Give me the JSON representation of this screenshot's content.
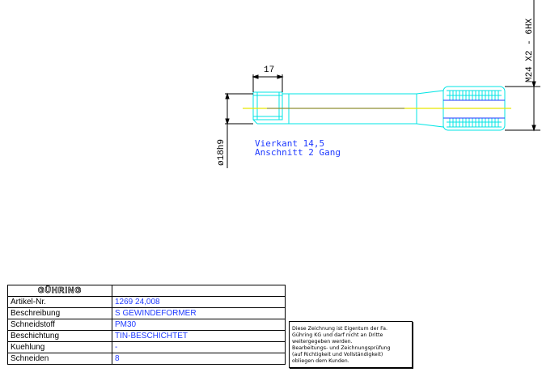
{
  "drawing": {
    "dim_top": "17",
    "dim_left": "ø18h9",
    "dim_right": "M24 X2 - 6HX",
    "note_lines": [
      "Vierkant 14,5",
      "Anschnitt 2 Gang"
    ]
  },
  "title_block": {
    "logo": "GÜHRING",
    "rows": [
      {
        "label": "Artikel-Nr.",
        "value": "1269 24,008"
      },
      {
        "label": "Beschreibung",
        "value": "S GEWINDEFORMER"
      },
      {
        "label": "Schneidstoff",
        "value": "PM30"
      },
      {
        "label": "Beschichtung",
        "value": "TIN-BESCHICHTET"
      },
      {
        "label": "Kuehlung",
        "value": "-"
      },
      {
        "label": "Schneiden",
        "value": "8"
      }
    ],
    "notice_lines": [
      "Diese Zeichnung ist Eigentum der Fa.",
      "Gühring KG und darf nicht an Dritte",
      "weitergegeben werden.",
      "Bearbeitungs- und Zeichnungsprüfung",
      "(auf Richtigkeit und Vollständigkeit)",
      "obliegen dem Kunden."
    ]
  },
  "colors": {
    "outline": "#00e5e5",
    "centerline": "#e8e800",
    "dimension": "#000000",
    "note": "#1f3aff",
    "value": "#1f3aff"
  }
}
